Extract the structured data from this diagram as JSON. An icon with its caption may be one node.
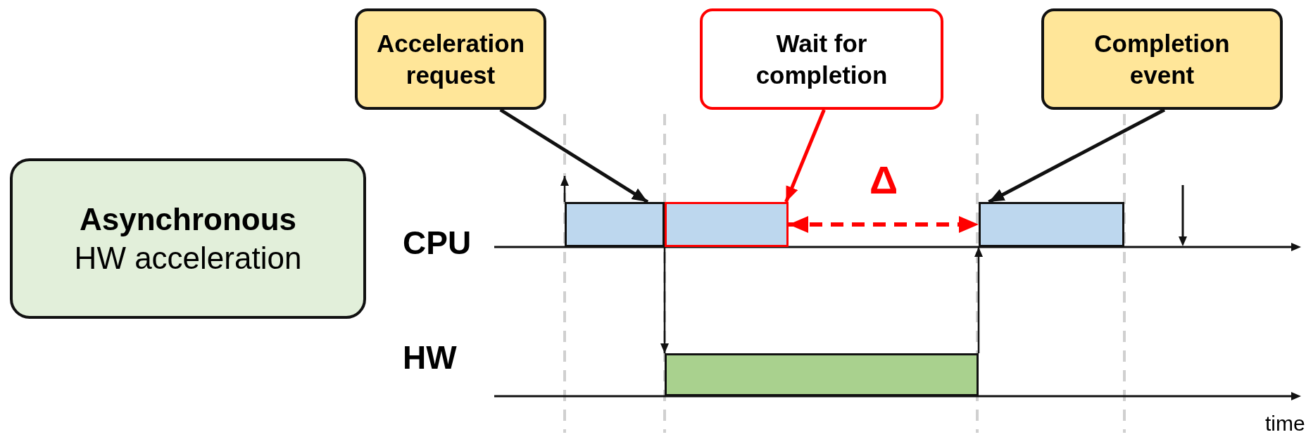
{
  "diagram": {
    "nodes": [
      {
        "text": [
          "Asynchronous",
          "HW acceleration"
        ]
      },
      {
        "text": [
          "Acceleration request"
        ]
      },
      {
        "text": [
          "Wait for completion"
        ]
      },
      {
        "text": [
          "Completion event"
        ]
      },
      {
        "text": [],
        "shape": "box"
      },
      {
        "text": [],
        "shape": "box"
      },
      {
        "text": [],
        "shape": "box"
      },
      {
        "text": [],
        "shape": "box"
      }
    ],
    "edges": [
      {
        "from": 1,
        "to": 4,
        "arrow": "to"
      },
      {
        "from": 2,
        "to": 5,
        "arrow": "to",
        "color": "#ff0000"
      },
      {
        "from": 3,
        "to": 6,
        "arrow": "to"
      },
      {
        "from": 5,
        "to": 6,
        "arrow": "both",
        "label": "Δ",
        "style": "dashed",
        "color": "#ff0000"
      },
      {
        "from": 5,
        "to": 7,
        "arrow": "to"
      },
      {
        "from": 7,
        "to": 6,
        "arrow": "to"
      },
      {
        "from": 4,
        "to": null,
        "arrow": "to"
      }
    ],
    "labels": [
      "CPU",
      "HW",
      "time"
    ]
  }
}
